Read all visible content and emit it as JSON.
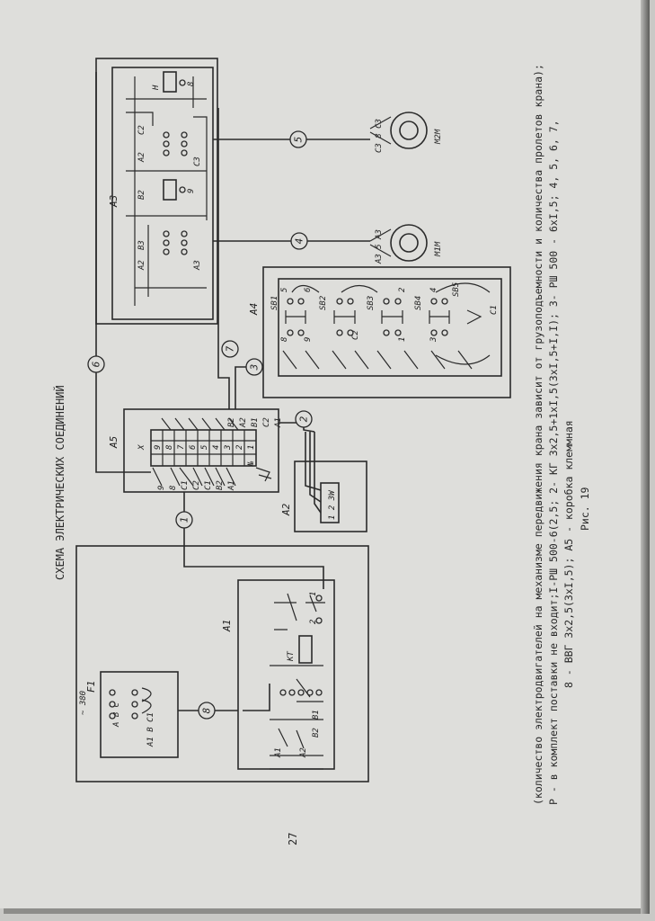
{
  "title": "СХЕМА ЭЛЕКТРИЧЕСКИХ СОЕДИНЕНИЙ",
  "page_number": "27",
  "figure_label": "Рис. 19",
  "caption": {
    "line1": "(количество электродвигателей на механизме передвижения крана зависит от грузоподъемности и количества пролетов крана);",
    "line2": "Р - в комплект поставки не входит;I-РШ 500-6(2,5; 2- КГ 3x2,5+1xI,5(3xI,5+I,I); 3- РШ 500 - 6xI,5; 4, 5, 6, 7,",
    "line3": "8 - ВВГ 3x2,5(3xI,5); А5 - коробка клеммная"
  },
  "blocks": {
    "a1": "A1",
    "a2": "A2",
    "a3": "A3",
    "a4": "A4",
    "a5": "A5",
    "f1": "F1"
  },
  "cables": [
    "1",
    "2",
    "3",
    "4",
    "5",
    "6",
    "7",
    "8"
  ],
  "motors": {
    "m1": "M1M",
    "m2": "M2M",
    "m1_terms": "A3 5 A3",
    "m2_terms": "C3 8 C3"
  },
  "supply": {
    "label": "~ 380",
    "top_terms": "A B C",
    "bottom_terms": "A1 B C1"
  },
  "terminal_box": {
    "header": "X",
    "numbers": [
      "9",
      "8",
      "7",
      "6",
      "5",
      "4",
      "3",
      "2",
      "1",
      "№"
    ],
    "left_labels": [
      "9",
      "8",
      "C1",
      "C2",
      "C1",
      "B2",
      "A1"
    ],
    "right_labels": [
      "B2",
      "A2",
      "C2",
      "B1",
      "A1"
    ]
  },
  "a2_terms": [
    "1",
    "2",
    "3W"
  ],
  "a1_labels": {
    "kt": "KT",
    "k1": "1",
    "k2": "2",
    "a1": "A1",
    "a2": "A2",
    "b1": "B1",
    "b2": "B2"
  },
  "a3_labels": {
    "h1": "H",
    "h2": "8",
    "h3": "9",
    "b2": "B2",
    "c2": "C2",
    "a2": "A2",
    "a3": "A3",
    "c3": "C3",
    "b3": "B3"
  },
  "a4_labels": [
    "SB1",
    "SB2",
    "SB3",
    "SB4",
    "SB5",
    "C1",
    "C2",
    "5",
    "6",
    "8",
    "9",
    "2",
    "1",
    "3",
    "4"
  ]
}
